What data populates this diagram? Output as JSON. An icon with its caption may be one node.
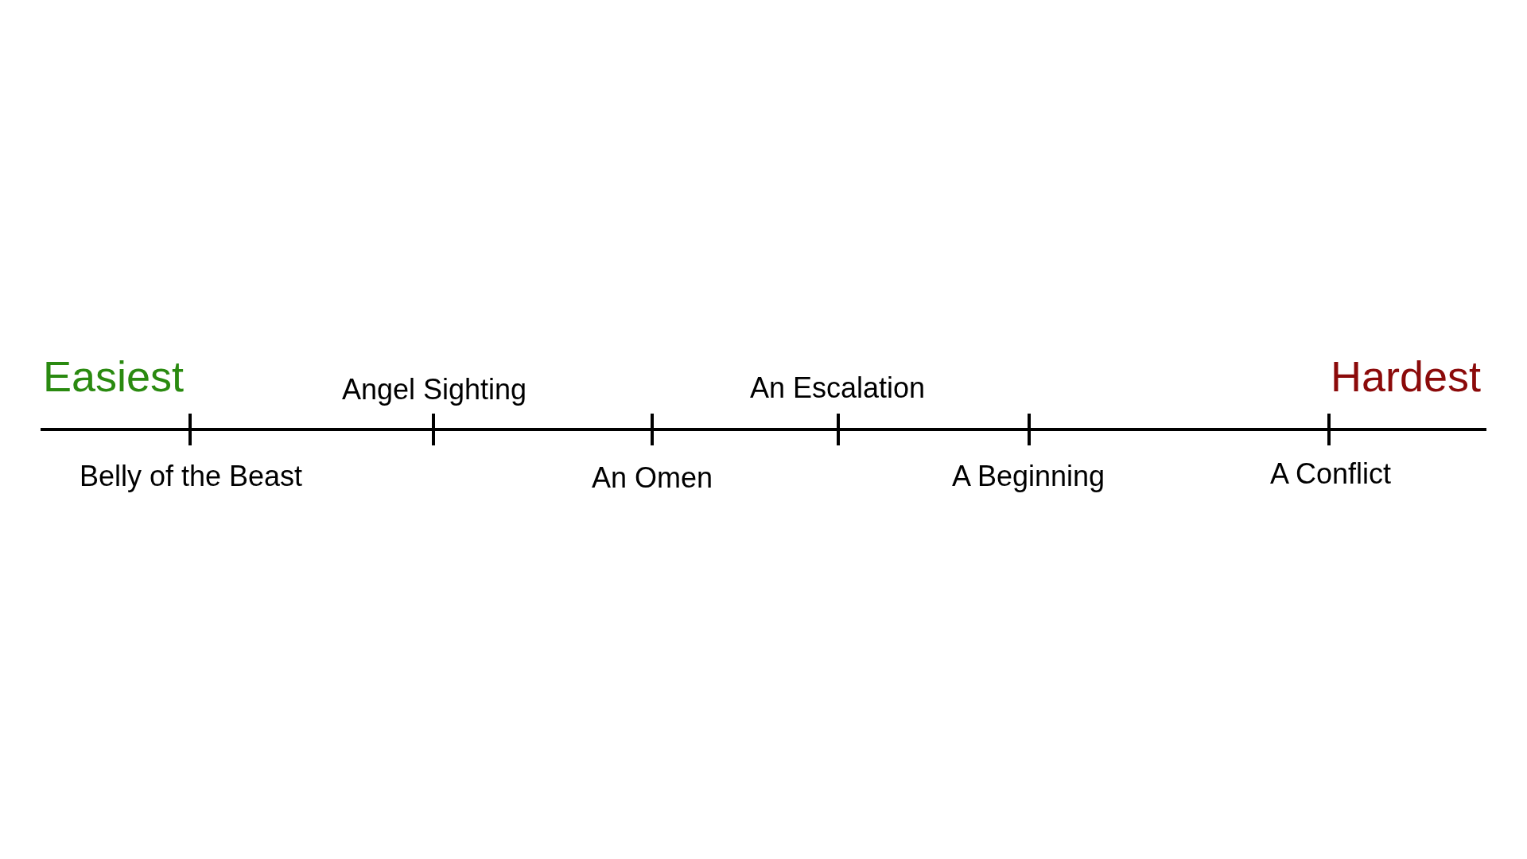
{
  "diagram": {
    "labels": [
      "Easiest",
      "Angel Sighting",
      "An Escalation",
      "Hardest",
      "Belly of the Beast",
      "An Omen",
      "A Beginning",
      "A Conflict"
    ]
  }
}
